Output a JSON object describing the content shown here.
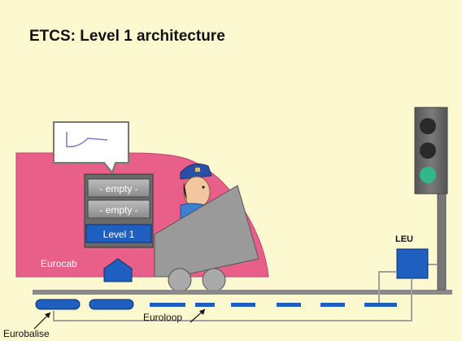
{
  "slide": {
    "title": "ETCS: Level 1 architecture"
  },
  "labels": {
    "display_row_1": "- empty -",
    "display_row_2": "- empty -",
    "level": "Level 1",
    "eurocab": "Eurocab",
    "leu": "LEU",
    "euroloop": "Euroloop",
    "eurobalise": "Eurobalise"
  },
  "colors": {
    "background": "#fcf8d0",
    "train_body": "#e8608a",
    "signal_green": "#2fb88a",
    "equipment_blue": "#1e5fc0",
    "rail_gray": "#8a8a8a"
  }
}
